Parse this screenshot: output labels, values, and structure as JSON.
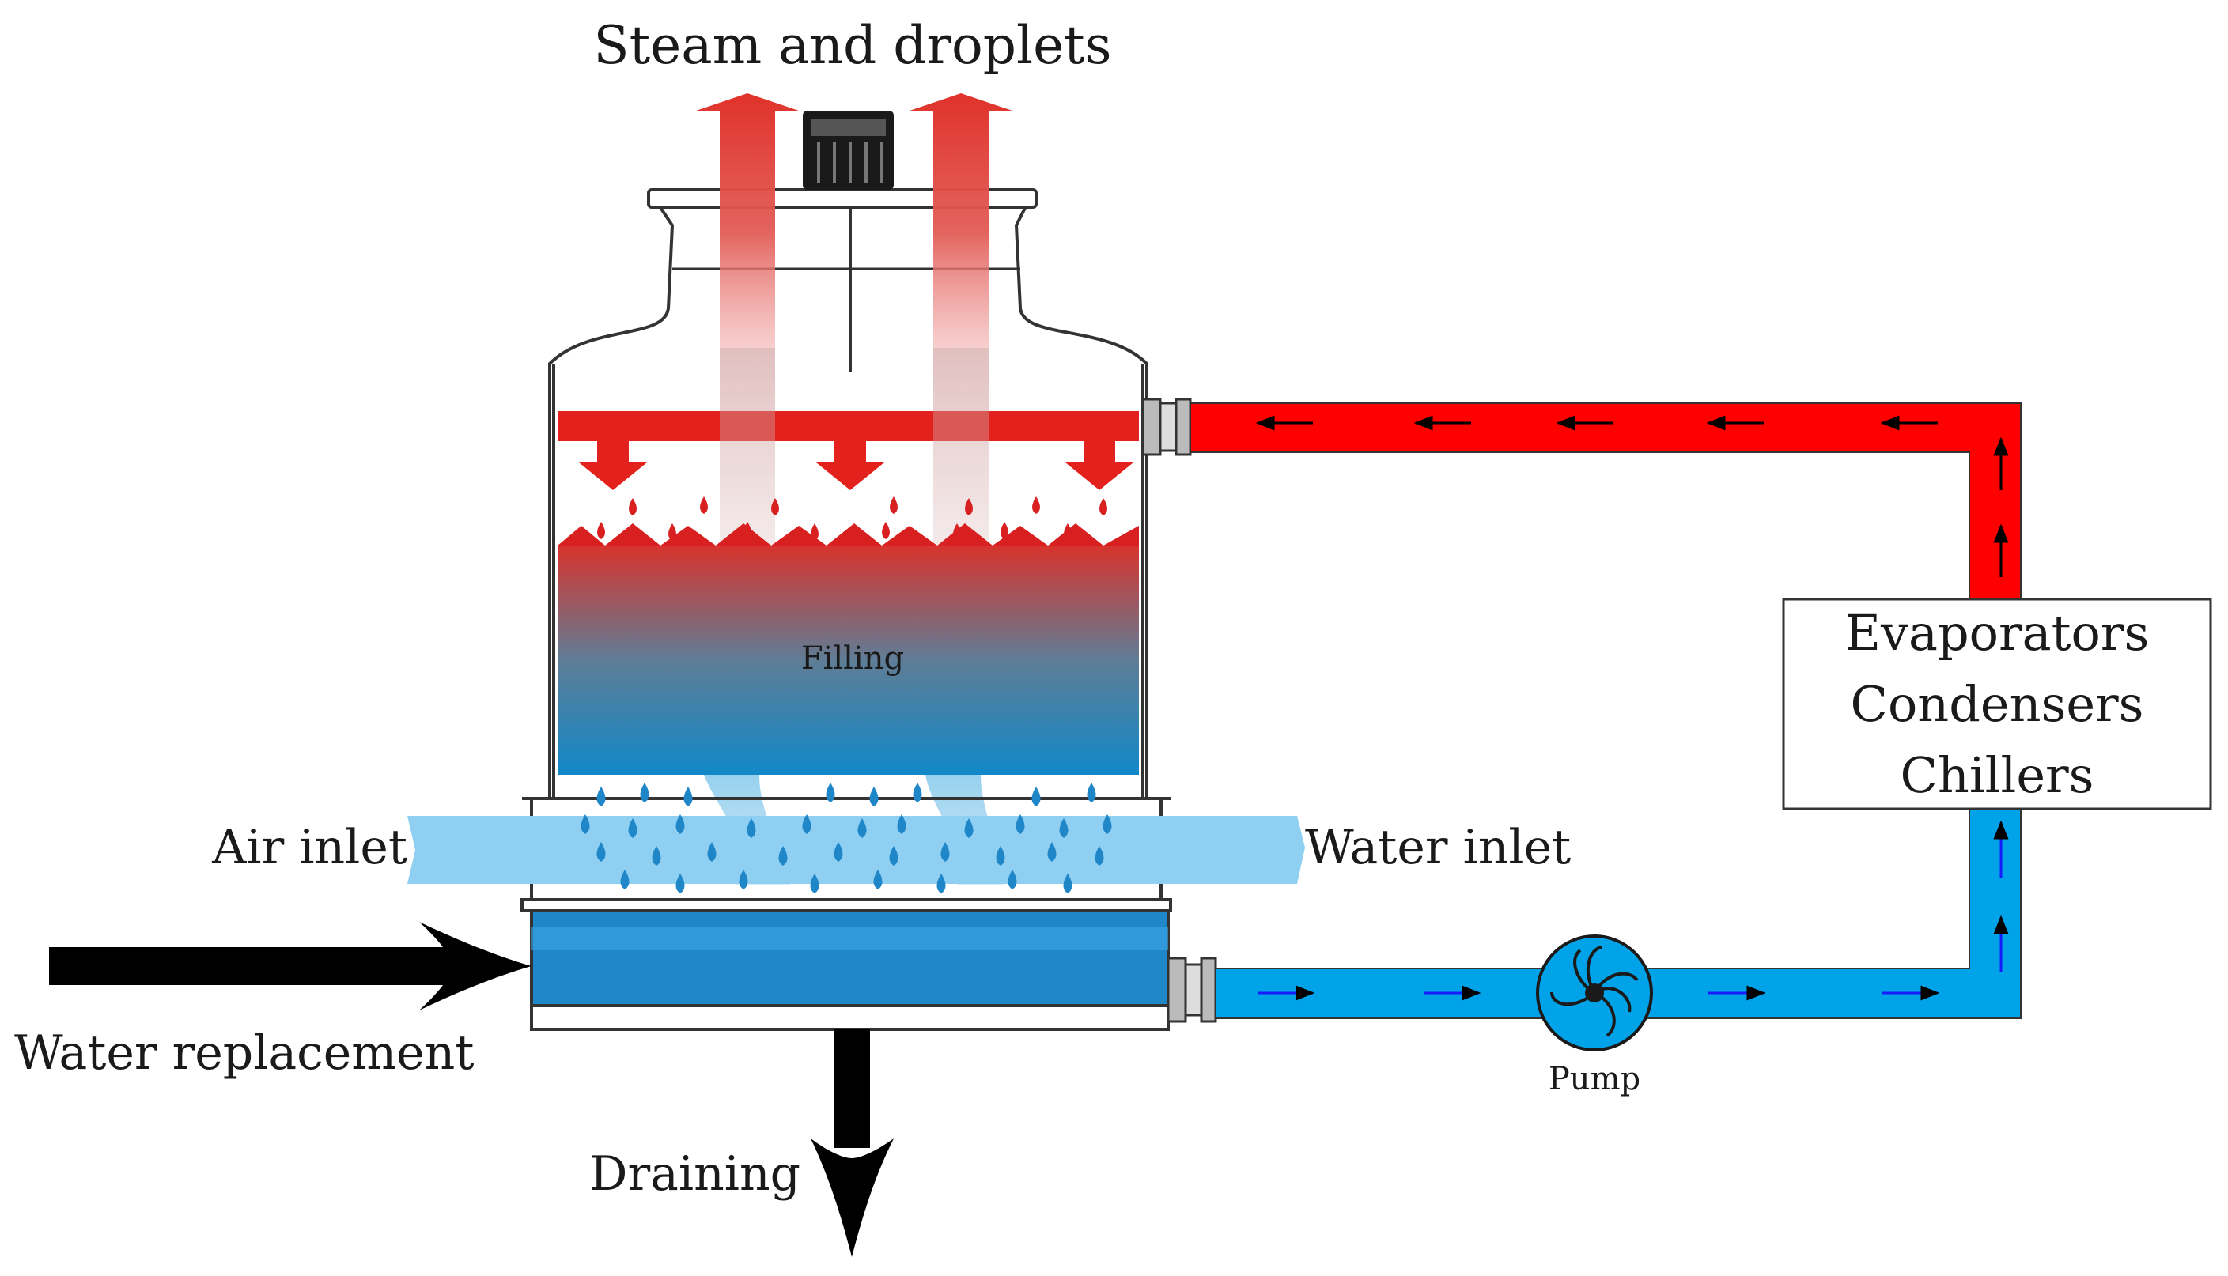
{
  "labels": {
    "steam": "Steam and droplets",
    "filling": "Filling",
    "air_inlet": "Air inlet",
    "water_inlet": "Water inlet",
    "water_replacement": "Water replacement",
    "draining": "Draining",
    "pump": "Pump",
    "equipment": [
      "Evaporators",
      "Condensers",
      "Chillers"
    ]
  },
  "colors": {
    "hot_water": "#ff0000",
    "cold_water": "#00a3e8",
    "steam_arrow": "#d9302a",
    "air_band": "#8ecff2",
    "droplet_blue": "#1f86c8",
    "droplet_red": "#d92020",
    "outline": "#333333",
    "black_arrow": "#000000"
  },
  "icons": {
    "pump": "pump-icon",
    "flow_arrow": "flow-arrow-icon"
  }
}
